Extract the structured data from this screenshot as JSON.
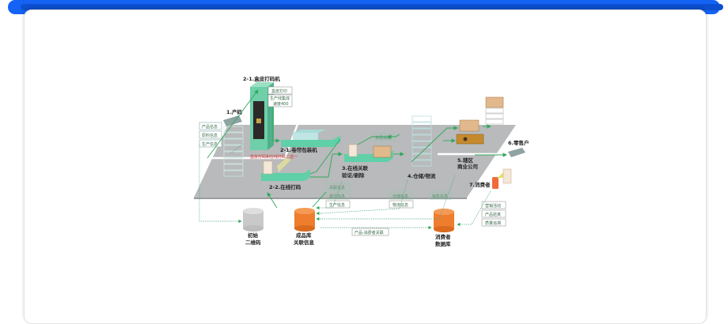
{
  "diagram": {
    "nodes": {
      "step1": "1.产码",
      "step2_1_printer": "2-1.盒皮打码机",
      "step2_1_wrapper": "2-1.卷帘包装机",
      "step2_2": "2-2.在线打码",
      "choice_note": "盒皮打码和在线打码二选一",
      "step3_line1": "3.在线关联",
      "step3_line2": "验证/剔除",
      "step4": "4.仓储/物流",
      "step5_line1": "5.辖区",
      "step5_line2": "商业公司",
      "step6": "6.零售户",
      "step7": "7.消费者"
    },
    "printer_notes": {
      "box_print": "盒皮打印",
      "integration_line1": "生产线集成",
      "integration_line2": "速度400"
    },
    "info_boxes_left": [
      "产品信息",
      "原料信息",
      "生产信息"
    ],
    "info_boxes_mid": [
      "关联信息",
      "激活信息",
      "生产信息"
    ],
    "info_boxes_logistics": [
      "仓储信息",
      "物流信息"
    ],
    "sales_info": "销售信息",
    "multi_layer_link": "多层关联",
    "product_consumer_link": "产品-消费者关联",
    "consumer_services": [
      "营销活动",
      "产品验真",
      "质量追溯"
    ],
    "databases": {
      "initial_line1": "初始",
      "initial_line2": "二维码",
      "finished_line1": "成品库",
      "finished_line2": "关联信息",
      "consumer_line1": "消费者",
      "consumer_line2": "数据库"
    },
    "colors": {
      "brand_blue": "#1463f5",
      "flow_green": "#2fa85a",
      "machine_teal": "#6fcfa8",
      "platform_gray": "#b8babb",
      "db_orange": "#ee7d2e",
      "db_gray": "#c9c9c9",
      "note_red": "#e03030"
    }
  }
}
